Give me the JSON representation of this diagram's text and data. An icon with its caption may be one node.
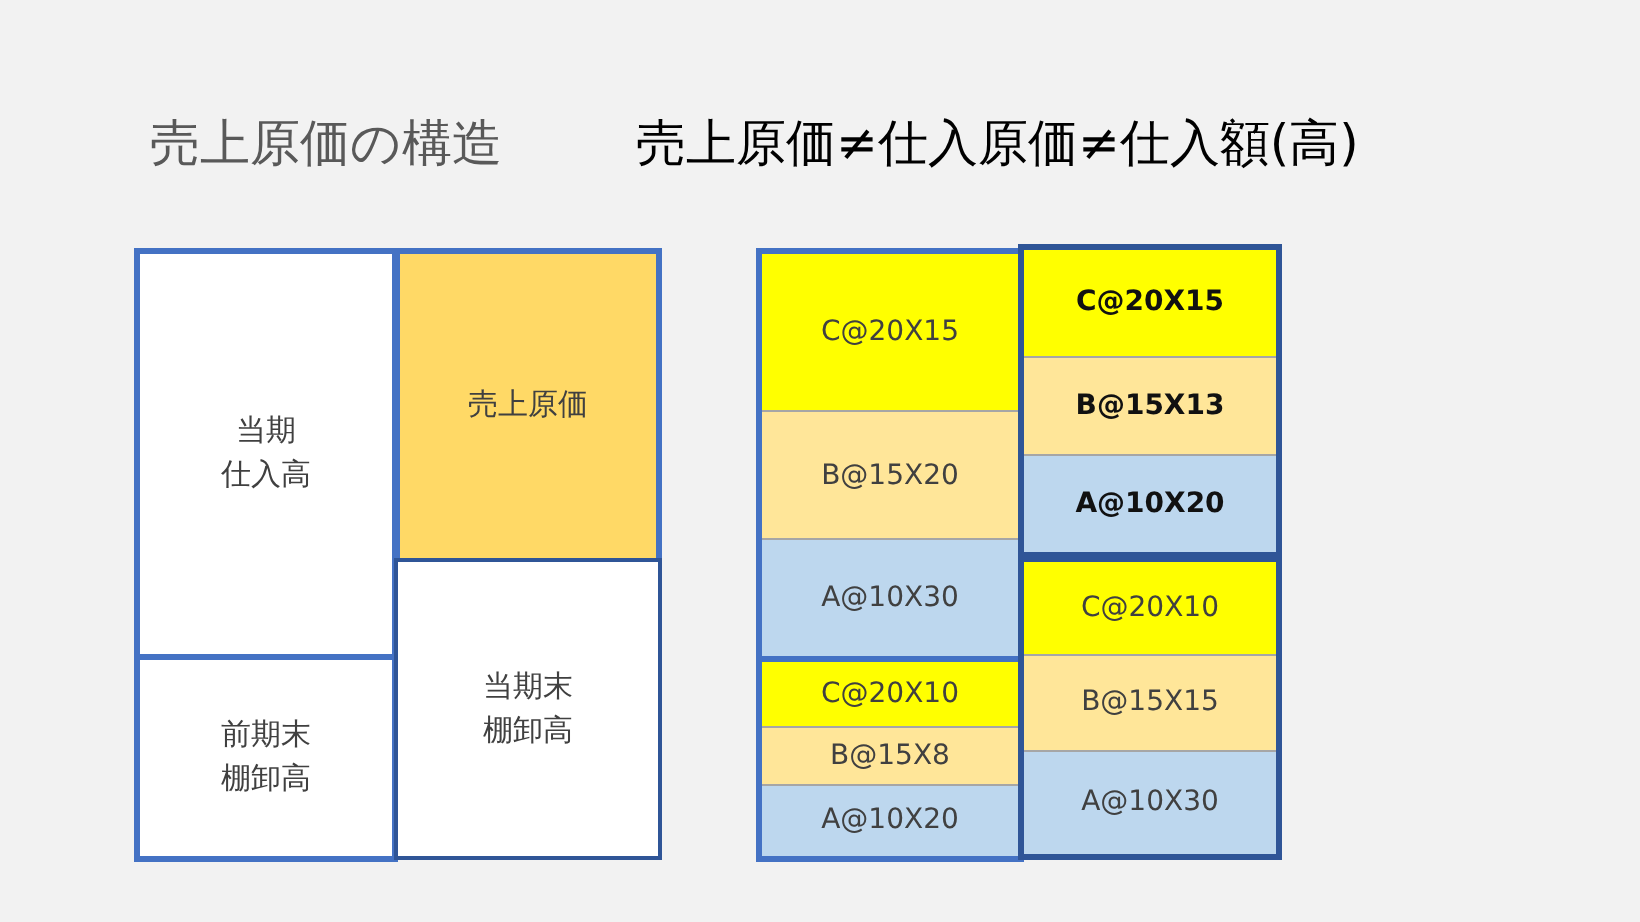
{
  "diagram": {
    "title": "売上原価の構造",
    "nodes": [
      {
        "text": [
          "当期仕入高"
        ]
      },
      {
        "text": [
          "前期末棚卸高"
        ]
      },
      {
        "text": [
          "売上原価"
        ]
      },
      {
        "text": [
          "当期末棚卸高"
        ]
      },
      {
        "text": [],
        "shape": "box"
      },
      {
        "text": [
          "C@20X15"
        ],
        "in": 4
      },
      {
        "text": [
          "B@15X20"
        ],
        "in": 4
      },
      {
        "text": [
          "A@10X30"
        ],
        "in": 4
      },
      {
        "text": [],
        "shape": "box"
      },
      {
        "text": [
          "C@20X10"
        ],
        "in": 8
      },
      {
        "text": [
          "B@15X8"
        ],
        "in": 8
      },
      {
        "text": [
          "A@10X20"
        ],
        "in": 8
      },
      {
        "text": [],
        "shape": "box"
      },
      {
        "text": [
          "C@20X15"
        ],
        "in": 12
      },
      {
        "text": [
          "B@15X13"
        ],
        "in": 12
      },
      {
        "text": [
          "A@10X20"
        ],
        "in": 12
      },
      {
        "text": [],
        "shape": "box"
      },
      {
        "text": [
          "C@20X10"
        ],
        "in": 16
      },
      {
        "text": [
          "B@15X15"
        ],
        "in": 16
      },
      {
        "text": [
          "A@10X30"
        ],
        "in": 16
      }
    ],
    "labels": [
      "売上原価≠仕入原価≠仕入額(高)"
    ]
  }
}
